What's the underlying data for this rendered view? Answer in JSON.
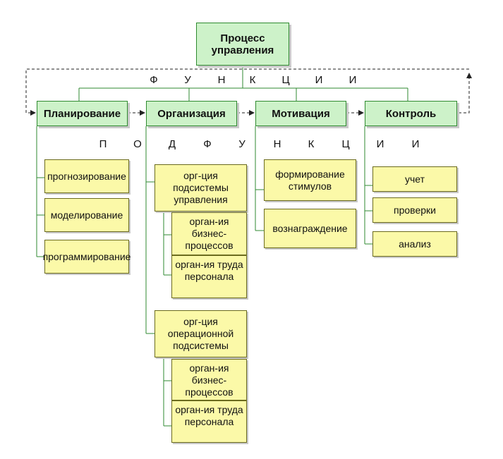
{
  "root": {
    "label": "Процесс управления"
  },
  "functions_label": [
    "Ф",
    "У",
    "Н",
    "К",
    "Ц",
    "И",
    "И"
  ],
  "subfunctions_label": [
    "П",
    "О",
    "Д",
    "Ф",
    "У",
    "Н",
    "К",
    "Ц",
    "И",
    "И"
  ],
  "functions": [
    {
      "label": "Планирование",
      "items": [
        "прогнозирование",
        "моделирование",
        "программирование"
      ]
    },
    {
      "label": "Организация",
      "groups": [
        {
          "label": "орг-ция подсистемы управления",
          "items": [
            "орган-ия бизнес-процессов",
            "орган-ия труда персонала"
          ]
        },
        {
          "label": "орг-ция операционной подсистемы",
          "items": [
            "орган-ия бизнес-процессов",
            "орган-ия труда персонала"
          ]
        }
      ]
    },
    {
      "label": "Мотивация",
      "items": [
        "формирование стимулов",
        "вознаграждение"
      ]
    },
    {
      "label": "Контроль",
      "items": [
        "учет",
        "проверки",
        "анализ"
      ]
    }
  ],
  "colors": {
    "function_fill": "#cdf2c9",
    "function_border": "#2f8a30",
    "sub_fill": "#fbf9a8",
    "connector": "#2f8a30"
  }
}
